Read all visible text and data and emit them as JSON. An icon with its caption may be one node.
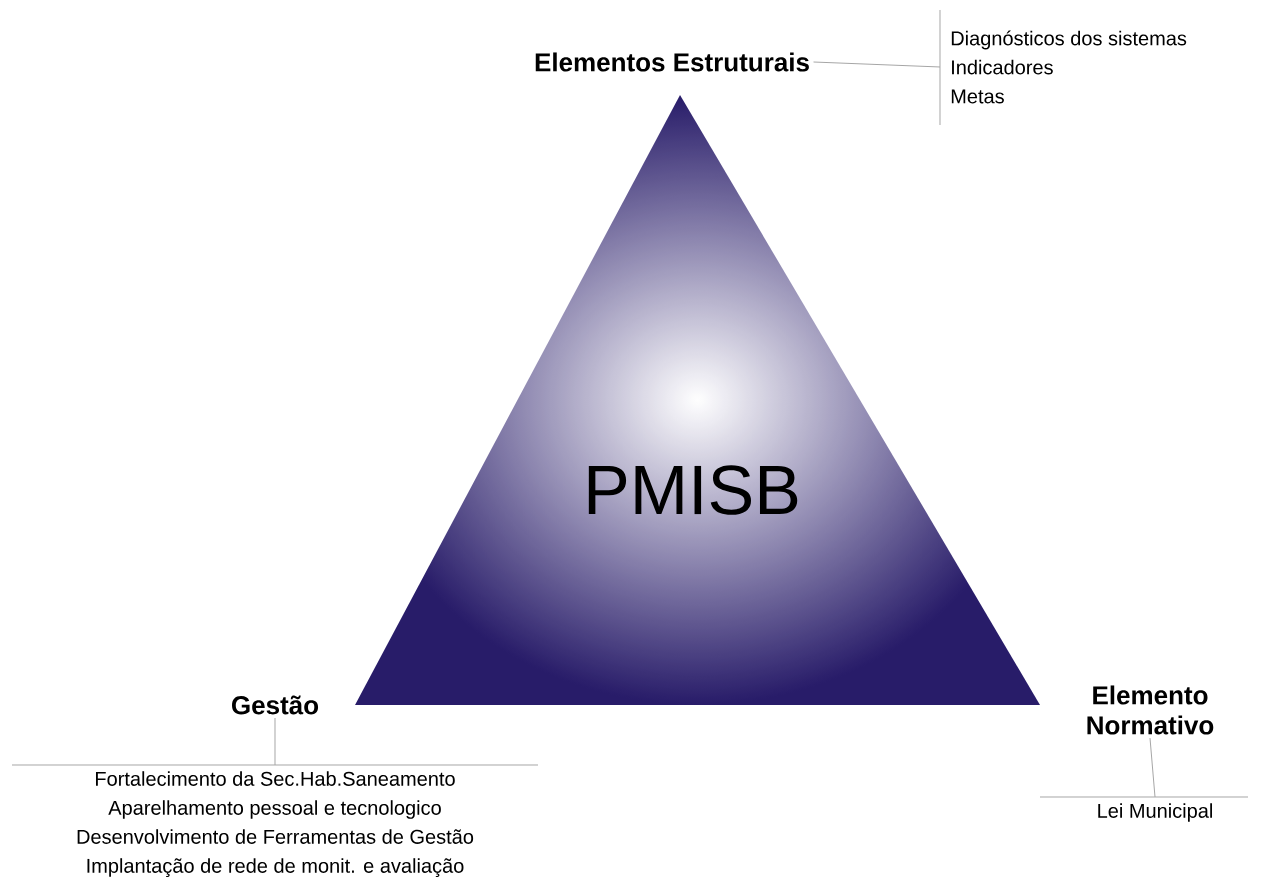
{
  "diagram": {
    "nodes": [
      {
        "text": [
          "PMISB"
        ]
      },
      {
        "text": [
          "Elementos Estruturais"
        ]
      },
      {
        "text": [
          "Diagnósticos dos sistemas",
          "Indicadores",
          "Metas"
        ]
      },
      {
        "text": [
          "Gestão"
        ]
      },
      {
        "text": [
          "Fortalecimento da Sec.Hab.Saneamento",
          "Aparelhamento pessoal e tecnologico",
          "Desenvolvimento de Ferramentas de Gestão",
          "Implantação de rede de monit. e avaliação"
        ]
      },
      {
        "text": [
          "Elemento Normativo"
        ]
      },
      {
        "text": [
          "Lei Municipal"
        ]
      }
    ],
    "edges": [
      {
        "from": 1,
        "to": 2,
        "arrow": "none"
      },
      {
        "from": 3,
        "to": 4,
        "arrow": "none"
      },
      {
        "from": 5,
        "to": 6,
        "arrow": "none"
      }
    ]
  }
}
